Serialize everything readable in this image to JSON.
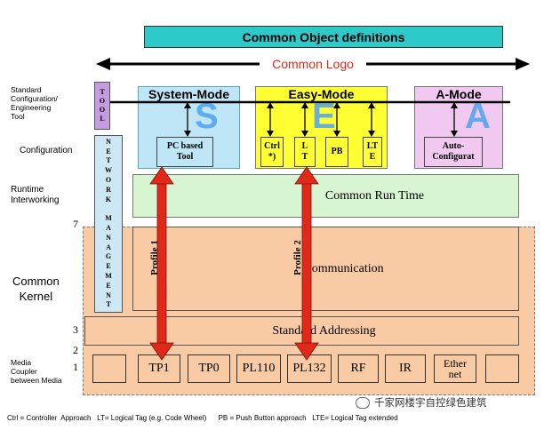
{
  "title": "Common Object definitions",
  "logo": "Common Logo",
  "left_labels": {
    "tool": "Standard\nConfiguration/\nEngineering\nTool",
    "configuration": "Configuration",
    "runtime": "Runtime\nInterworking",
    "kernel": "Common\nKernel",
    "media": "Media\nCoupler\nbetween Media"
  },
  "layer_numbers": {
    "n7": "7",
    "n3": "3",
    "n2": "2",
    "n1": "1"
  },
  "tool_column": "T\nO\nO\nL",
  "network_management": "N\nE\nT\nW\nO\nR\nK\n \nM\nA\nN\nA\nG\nE\nM\nE\nN\nT",
  "modes": {
    "system": {
      "title": "System-Mode",
      "letter": "S",
      "tool": "PC based\nTool"
    },
    "easy": {
      "title": "Easy-Mode",
      "letter": "E",
      "ctrl": "Ctrl\n*)",
      "lt": "L\nT",
      "pb": "PB",
      "lte": "LT\nE"
    },
    "a": {
      "title": "A-Mode",
      "letter": "A",
      "auto": "Auto-\nConfigurat"
    }
  },
  "runtime_label": "Common Run Time",
  "communication_label": "Communication",
  "addressing_label": "Standard Addressing",
  "profile1": "Profile 1",
  "profile2": "Profile 2",
  "media_items": [
    "",
    "TP1",
    "TP0",
    "PL110",
    "PL132",
    "RF",
    "IR",
    "Ether\nnet",
    ""
  ],
  "watermark": "千家网楼宇自控绿色建筑",
  "footnote": "Ctrl = Controller  Approach   LT= Logical Tag (e.g. Code Wheel)      PB = Push Button approach   LTE= Logical Tag extended",
  "colors": {
    "cyan": "#2ec9c9",
    "system_bg": "#bfe6f6",
    "easy_bg": "#ffff33",
    "amode_bg": "#f0c8f0",
    "runtime_bg": "#d6f5d0",
    "kernel_bg": "#f8cba4",
    "arrow": "#e0291b",
    "tool_bg": "#c49de0",
    "netman_bg": "#cde8f4"
  }
}
